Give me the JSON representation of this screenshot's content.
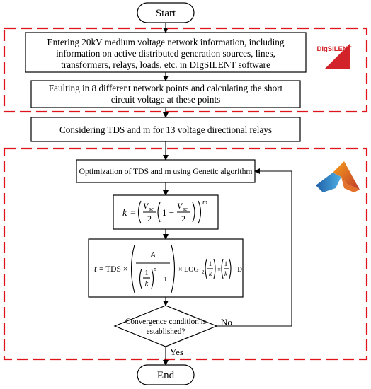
{
  "start_label": "Start",
  "end_label": "End",
  "step1_lines": [
    "Entering 20kV medium voltage network information, including",
    "information on active distributed generation sources, lines,",
    "transformers, relays, loads, etc. in DIgSILENT software"
  ],
  "step2_lines": [
    "Faulting in 8 different network points and calculating the short",
    "circuit voltage at these points"
  ],
  "step3_text": "Considering TDS and m for 13 voltage directional relays",
  "step4_text": "Optimization of TDS and m using Genetic algorithm",
  "formula1": {
    "k": "k",
    "eq": "=",
    "vsc": "V",
    "vsc_sub": "sc",
    "two": "2",
    "one_minus": "1 −",
    "exp": "m"
  },
  "formula2": {
    "t": "t",
    "eq": "= TDS ×",
    "A": "A",
    "one": "1",
    "k": "k",
    "p": "p",
    "minus_one": "− 1",
    "times_log": "× LOG",
    "log_sub": "2",
    "times": "×",
    "plus_d": "+ D"
  },
  "decision_lines": [
    "Convergence condition is",
    "established?"
  ],
  "no_label": "No",
  "yes_label": "Yes",
  "logos": {
    "digsilent": "DIgSILENT",
    "digsilent_color": "#d2232a",
    "matlab_icon": "matlab-logo-icon"
  },
  "colors": {
    "dashed_border": "#e0141b"
  }
}
